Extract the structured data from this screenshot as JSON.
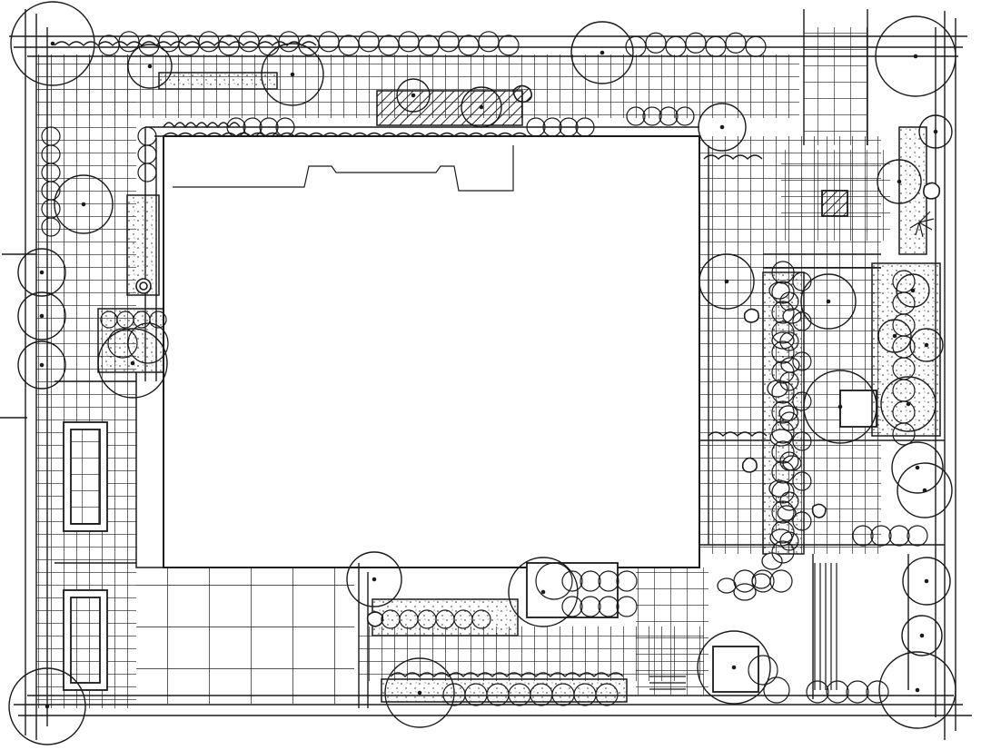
{
  "drawing": {
    "kind": "landscape-site-plan-sketch",
    "style": "hand-drawn ink line drawing",
    "colors": {
      "ink": "#1a1a1a",
      "paper": "#ffffff",
      "hatch": "#222222"
    },
    "elements": [
      "building-footprint",
      "paved-grid-border",
      "paved-grid-band",
      "tree-canopy",
      "shrub-row",
      "planting-bed",
      "stepping-stone-path",
      "boulder",
      "feature-pool",
      "water-feature",
      "stair",
      "seating-area",
      "hatched-bed"
    ]
  }
}
